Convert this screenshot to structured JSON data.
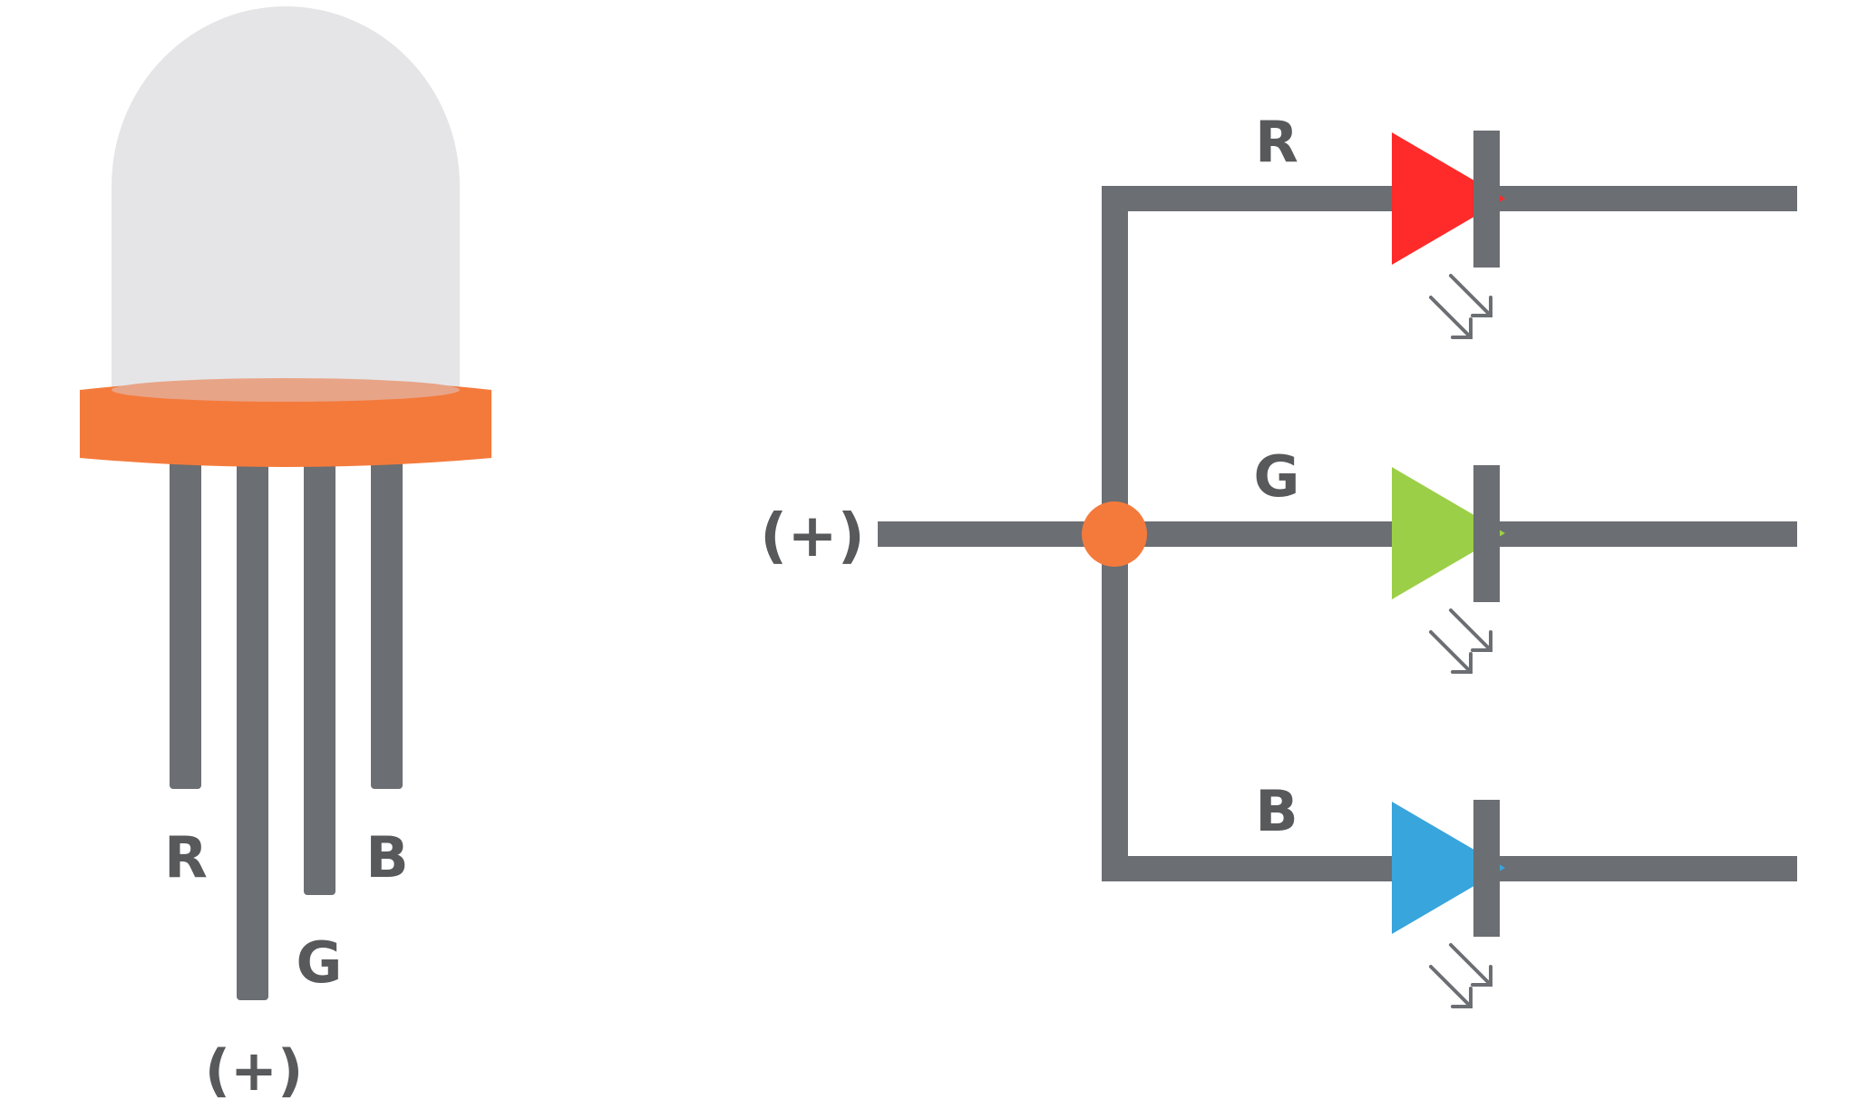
{
  "led": {
    "pin_labels": {
      "r": "R",
      "g": "G",
      "b": "B",
      "common": "(+)"
    }
  },
  "schematic": {
    "input_label": "(+)",
    "channels": [
      {
        "label": "R",
        "color": "#ff2b2b"
      },
      {
        "label": "G",
        "color": "#9ccf48"
      },
      {
        "label": "B",
        "color": "#38a5dc"
      }
    ]
  },
  "colors": {
    "wire": "#6b6e72",
    "dome": "#e5e5e8",
    "base": "#f47a3c",
    "junction": "#f47a3c",
    "label": "#58595b"
  }
}
